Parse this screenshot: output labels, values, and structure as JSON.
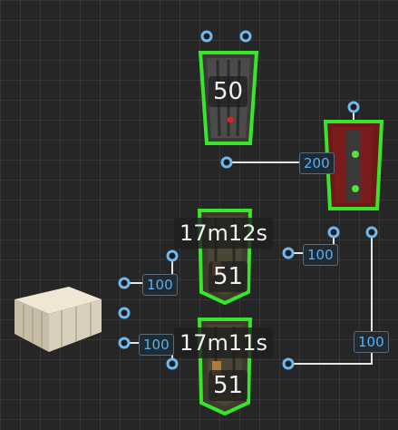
{
  "battery": {
    "charge_label": "50"
  },
  "generator": {
    "output_label": "200"
  },
  "crafter_a": {
    "timer_label": "17m12s",
    "count_label": "51",
    "input_label": "100",
    "output_label": "100"
  },
  "crafter_b": {
    "timer_label": "17m11s",
    "count_label": "51",
    "input_label": "100"
  },
  "link": {
    "label": "100"
  },
  "colors": {
    "wire": "#e6e6e6",
    "port": "#6fb8f0",
    "badge_text": "#58b0f0",
    "selection": "#37e62a"
  }
}
